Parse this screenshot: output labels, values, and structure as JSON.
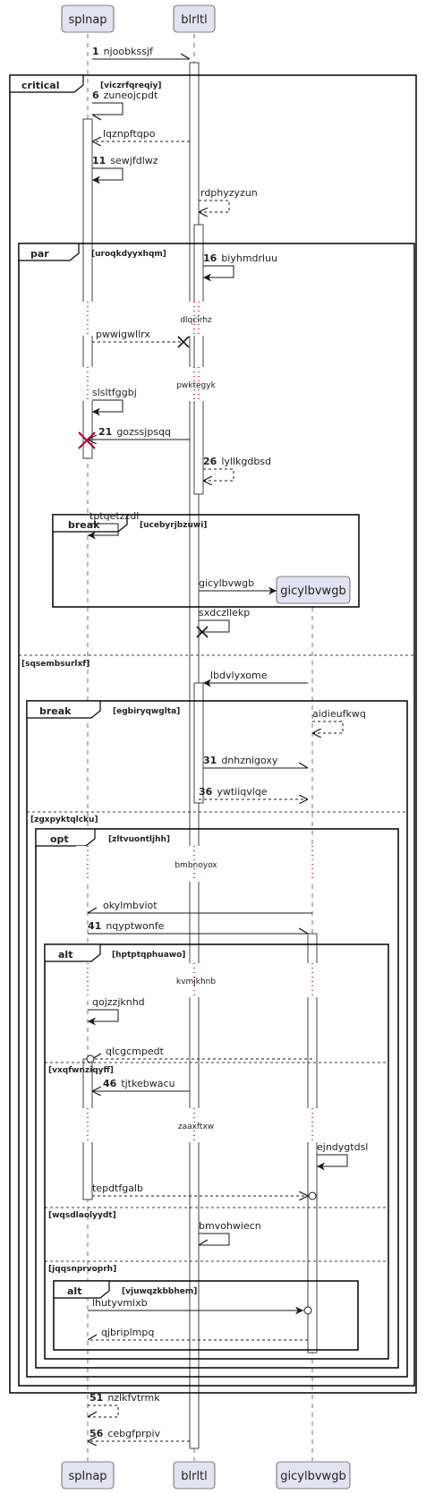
{
  "participants": [
    {
      "id": "p1",
      "label": "splnap"
    },
    {
      "id": "p2",
      "label": "blrltl"
    },
    {
      "id": "p3",
      "label": "gicylbvwgb"
    }
  ],
  "frames": [
    {
      "kw": "critical",
      "guard": "[viczrfqreqiy]"
    },
    {
      "kw": "par",
      "guard": "[uroqkdyyxhqm]"
    },
    {
      "kw": "break",
      "guard": "[ucebyrjbzuwi]"
    },
    {
      "kw": "break",
      "guard": "[egbiryqwglta]"
    },
    {
      "kw": "opt",
      "guard": "[zltvuontljhh]"
    },
    {
      "kw": "alt",
      "guard": "[hptptqphuawo]"
    },
    {
      "kw": "alt",
      "guard": "[vjuwqzkbbhem]"
    }
  ],
  "else_guards": [
    "[sqsembsurlxf]",
    "[zgxpyktqlcku]",
    "[vxqfwnziqyff]",
    "[wqsdlaolyydt]",
    "[jqqsnprvoprh]"
  ],
  "delays": [
    "dlqcirhz",
    "pwktegyk",
    "bmbnoyox",
    "kvmjkhnb",
    "zaaxftxw"
  ],
  "messages": [
    {
      "num": "1",
      "text": "njoobkssjf"
    },
    {
      "num": "6",
      "text": "zuneojcpdt"
    },
    {
      "num": "",
      "text": "lqznpftqpo"
    },
    {
      "num": "11",
      "text": "sewjfdlwz"
    },
    {
      "num": "",
      "text": "rdphyzyzun"
    },
    {
      "num": "16",
      "text": "biyhmdrluu"
    },
    {
      "num": "",
      "text": "pwwigwllrx"
    },
    {
      "num": "",
      "text": "slsltfggbj"
    },
    {
      "num": "21",
      "text": "gozssjpsqq"
    },
    {
      "num": "26",
      "text": "lyllkgdbsd"
    },
    {
      "num": "",
      "text": "tptqetzzdl"
    },
    {
      "num": "",
      "text": "gicylbvwgb"
    },
    {
      "num": "",
      "text": "sxdczllekp"
    },
    {
      "num": "",
      "text": "lbdvlyxome"
    },
    {
      "num": "",
      "text": "aidieufkwq"
    },
    {
      "num": "31",
      "text": "dnhznigoxy"
    },
    {
      "num": "36",
      "text": "ywtiiqvlqe"
    },
    {
      "num": "",
      "text": "okylmbviot"
    },
    {
      "num": "41",
      "text": "nqyptwonfe"
    },
    {
      "num": "",
      "text": "qojzzjknhd"
    },
    {
      "num": "",
      "text": "qlcgcmpedt"
    },
    {
      "num": "46",
      "text": "tjtkebwacu"
    },
    {
      "num": "",
      "text": "ejndygtdsl"
    },
    {
      "num": "",
      "text": "tepdtfgalb"
    },
    {
      "num": "",
      "text": "bmvohwiecn"
    },
    {
      "num": "",
      "text": "lhutyvmixb"
    },
    {
      "num": "",
      "text": "qjbriplmpq"
    },
    {
      "num": "51",
      "text": "nzlkfvtrmk"
    },
    {
      "num": "56",
      "text": "cebgfprpiv"
    }
  ]
}
